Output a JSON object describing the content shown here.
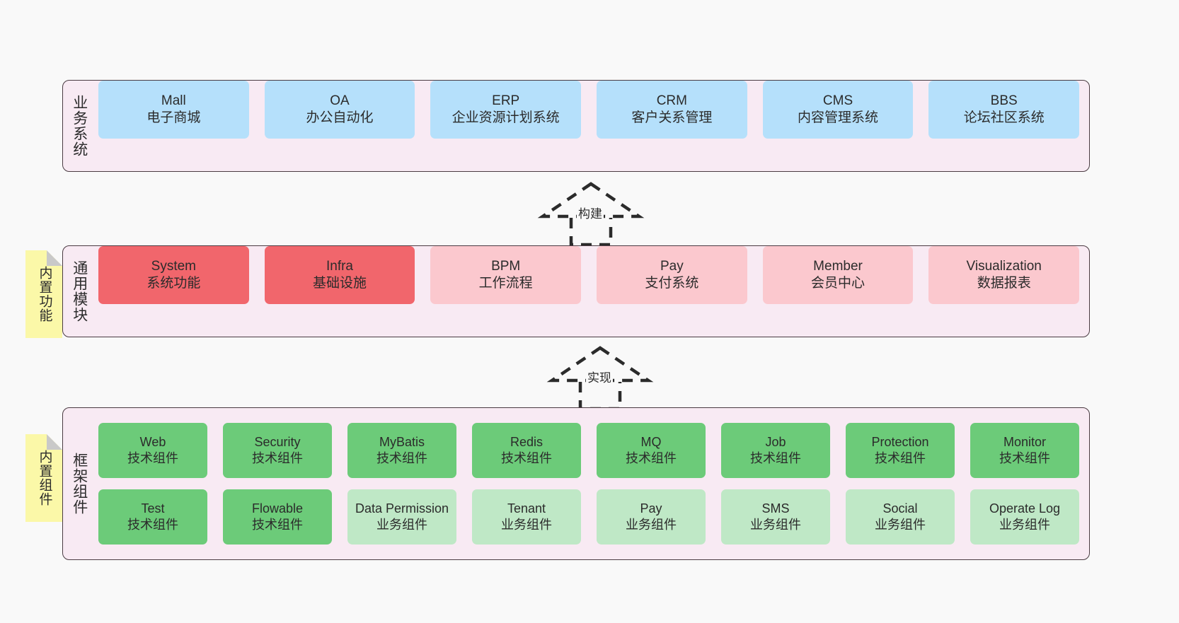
{
  "diagram": {
    "background": "#f9f9f9",
    "band_fill": "#f8eaf3",
    "band_border": "#4a3b42",
    "note_fill": "#fbf8a8",
    "note_fold": "#c9c9c9"
  },
  "layers": {
    "business": {
      "label": "业务系统",
      "card_color": "#b5e0fb",
      "cards": [
        {
          "title": "Mall",
          "subtitle": "电子商城"
        },
        {
          "title": "OA",
          "subtitle": "办公自动化"
        },
        {
          "title": "ERP",
          "subtitle": "企业资源计划系统"
        },
        {
          "title": "CRM",
          "subtitle": "客户关系管理"
        },
        {
          "title": "CMS",
          "subtitle": "内容管理系统"
        },
        {
          "title": "BBS",
          "subtitle": "论坛社区系统"
        }
      ]
    },
    "common": {
      "label": "通用模块",
      "card_color_strong": "#f1666c",
      "card_color_light": "#fbc8ce",
      "cards": [
        {
          "title": "System",
          "subtitle": "系统功能",
          "tone": "strong"
        },
        {
          "title": "Infra",
          "subtitle": "基础设施",
          "tone": "strong"
        },
        {
          "title": "BPM",
          "subtitle": "工作流程",
          "tone": "light"
        },
        {
          "title": "Pay",
          "subtitle": "支付系统",
          "tone": "light"
        },
        {
          "title": "Member",
          "subtitle": "会员中心",
          "tone": "light"
        },
        {
          "title": "Visualization",
          "subtitle": "数据报表",
          "tone": "light"
        }
      ]
    },
    "framework": {
      "label": "框架组件",
      "card_color_strong": "#6ccb79",
      "card_color_light": "#bfe8c6",
      "row_tech": [
        {
          "title": "Web",
          "subtitle": "技术组件",
          "tone": "strong"
        },
        {
          "title": "Security",
          "subtitle": "技术组件",
          "tone": "strong"
        },
        {
          "title": "MyBatis",
          "subtitle": "技术组件",
          "tone": "strong"
        },
        {
          "title": "Redis",
          "subtitle": "技术组件",
          "tone": "strong"
        },
        {
          "title": "MQ",
          "subtitle": "技术组件",
          "tone": "strong"
        },
        {
          "title": "Job",
          "subtitle": "技术组件",
          "tone": "strong"
        },
        {
          "title": "Protection",
          "subtitle": "技术组件",
          "tone": "strong"
        },
        {
          "title": "Monitor",
          "subtitle": "技术组件",
          "tone": "strong"
        }
      ],
      "row_business": [
        {
          "title": "Test",
          "subtitle": "技术组件",
          "tone": "strong"
        },
        {
          "title": "Flowable",
          "subtitle": "技术组件",
          "tone": "strong"
        },
        {
          "title": "Data Permission",
          "subtitle": "业务组件",
          "tone": "light",
          "wrap": true
        },
        {
          "title": "Tenant",
          "subtitle": "业务组件",
          "tone": "light"
        },
        {
          "title": "Pay",
          "subtitle": "业务组件",
          "tone": "light"
        },
        {
          "title": "SMS",
          "subtitle": "业务组件",
          "tone": "light"
        },
        {
          "title": "Social",
          "subtitle": "业务组件",
          "tone": "light"
        },
        {
          "title": "Operate Log",
          "subtitle": "业务组件",
          "tone": "light"
        }
      ]
    }
  },
  "notes": [
    {
      "text": "内置功能"
    },
    {
      "text": "内置组件"
    }
  ],
  "connectors": [
    {
      "label": "构建"
    },
    {
      "label": "实现"
    }
  ]
}
